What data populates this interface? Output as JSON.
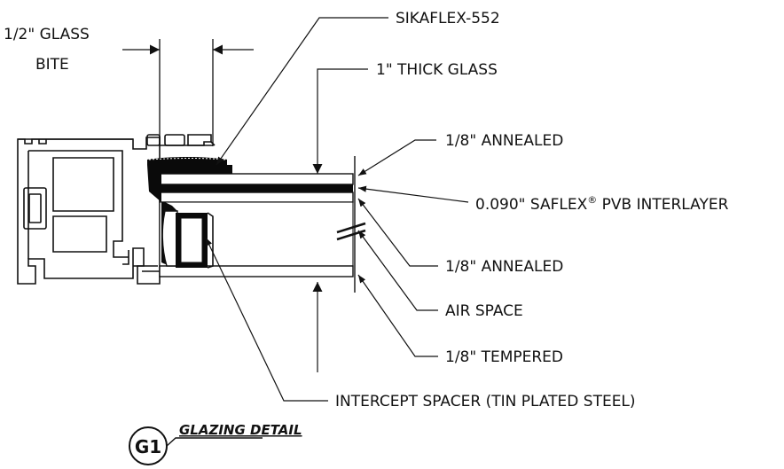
{
  "labels": {
    "glass_bite_line1": "1/2\" GLASS",
    "glass_bite_line2": "BITE",
    "sikaflex": "SIKAFLEX-552",
    "thick_glass": "1\" THICK GLASS",
    "annealed_top": "1/8\" ANNEALED",
    "interlayer_prefix": "0.090\" SAFLEX",
    "interlayer_reg": "®",
    "interlayer_suffix": " PVB INTERLAYER",
    "annealed_mid": "1/8\" ANNEALED",
    "air_space": "AIR SPACE",
    "tempered": "1/8\" TEMPERED",
    "spacer": "INTERCEPT SPACER (TIN PLATED STEEL)"
  },
  "detail": {
    "bubble_id": "G1",
    "title": "GLAZING DETAIL"
  },
  "colors": {
    "line": "#111111",
    "fill_dark": "#0a0a0a",
    "paper": "#ffffff"
  }
}
